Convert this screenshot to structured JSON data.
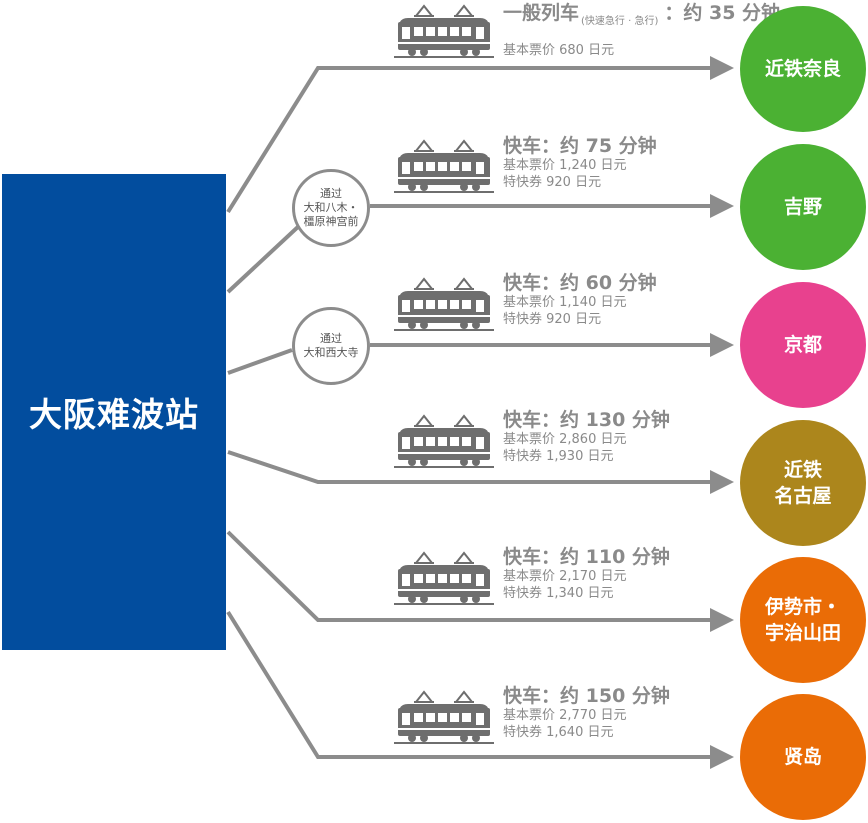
{
  "origin": {
    "name": "大阪难波站"
  },
  "colors": {
    "line": "#8c8c8c",
    "origin": "#024d9e",
    "train": "#6e6e6e"
  },
  "routes": [
    {
      "title": "一般列车",
      "title_sub": "(快速急行 · 急行)",
      "time": "：约 35 分钟",
      "fare": "基本票价 680 日元",
      "express": "",
      "dest_lines": [
        "近铁奈良"
      ],
      "dest_color": "#4bb133"
    },
    {
      "title": "快车",
      "title_sub": "",
      "time": "：约 75 分钟",
      "fare": "基本票价 1,240 日元",
      "express": "特快券 920 日元",
      "dest_lines": [
        "吉野"
      ],
      "dest_color": "#4bb133"
    },
    {
      "title": "快车",
      "title_sub": "",
      "time": "：约 60 分钟",
      "fare": "基本票价 1,140 日元",
      "express": "特快券 920 日元",
      "dest_lines": [
        "京都"
      ],
      "dest_color": "#e8418e"
    },
    {
      "title": "快车",
      "title_sub": "",
      "time": "：约 130 分钟",
      "fare": "基本票价 2,860 日元",
      "express": "特快券 1,930 日元",
      "dest_lines": [
        "近铁",
        "名古屋"
      ],
      "dest_color": "#ac861c"
    },
    {
      "title": "快车",
      "title_sub": "",
      "time": "：约 110 分钟",
      "fare": "基本票价 2,170 日元",
      "express": "特快券 1,340 日元",
      "dest_lines": [
        "伊势市・",
        "宇治山田"
      ],
      "dest_color": "#ea6c06"
    },
    {
      "title": "快车",
      "title_sub": "",
      "time": "：约 150 分钟",
      "fare": "基本票价 2,770 日元",
      "express": "特快券 1,640 日元",
      "dest_lines": [
        "贤岛"
      ],
      "dest_color": "#ea6c06"
    }
  ],
  "via": [
    {
      "lines": [
        "通过",
        "大和八木・",
        "橿原神宫前"
      ]
    },
    {
      "lines": [
        "通过",
        "大和西大寺"
      ]
    }
  ]
}
